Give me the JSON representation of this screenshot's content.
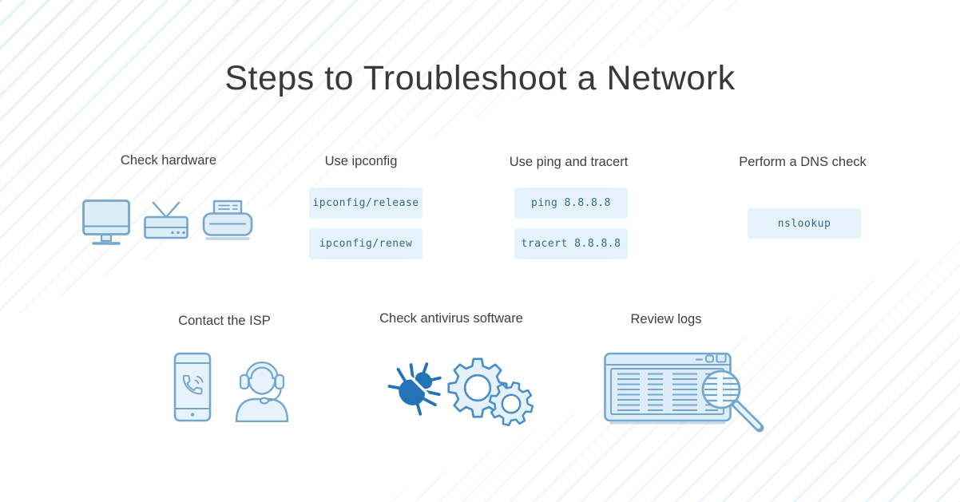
{
  "page": {
    "title": "Steps to Troubleshoot a Network"
  },
  "colors": {
    "title_text": "#393939",
    "label_text": "#3f3f3f",
    "icon_stroke": "#74a7cb",
    "icon_fill": "#ddedf8",
    "code_chip_bg": "#e7f3fa",
    "code_chip_text": "#35688c",
    "bug_accent": "#2273b8",
    "gear_stroke": "#4a90c6",
    "stripe_decor": "#b0cde4"
  },
  "steps": [
    {
      "label": "Check hardware",
      "icons": [
        "monitor-icon",
        "router-icon",
        "printer-icon"
      ]
    },
    {
      "label": "Use ipconfig",
      "codes": [
        "ipconfig/release",
        "ipconfig/renew"
      ]
    },
    {
      "label": "Use ping and tracert",
      "codes": [
        "ping 8.8.8.8",
        "tracert 8.8.8.8"
      ]
    },
    {
      "label": "Perform a DNS check",
      "codes": [
        "nslookup"
      ]
    },
    {
      "label": "Contact the ISP",
      "icons": [
        "smartphone-call-icon",
        "support-agent-icon"
      ]
    },
    {
      "label": "Check antivirus software",
      "icons": [
        "bug-icon",
        "gears-icon"
      ]
    },
    {
      "label": "Review logs",
      "icons": [
        "log-window-icon",
        "magnifier-icon"
      ]
    }
  ]
}
